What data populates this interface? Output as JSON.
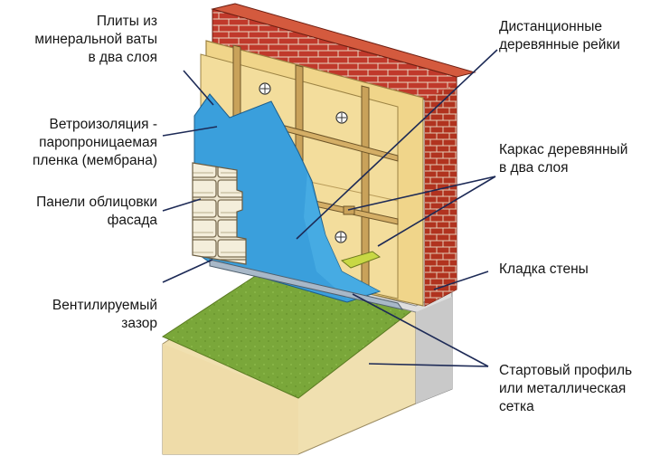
{
  "labels": {
    "mineral_wool": "Плиты из\nминеральной ваты\nв два слоя",
    "wind_barrier": "Ветроизоляция -\nпаропроницаемая\nпленка (мембрана)",
    "facade_panels": "Панели облицовки\nфасада",
    "vent_gap": "Вентилируемый\nзазор",
    "spacer_battens": "Дистанционные\nдеревянные рейки",
    "wood_frame": "Каркас деревянный\nв два слоя",
    "masonry": "Кладка стены",
    "starter_profile": "Стартовый профиль\nили металлическая\nсетка"
  },
  "colors": {
    "brick": "#c0392b",
    "mortar": "#e8d5c0",
    "insulation": "#f0d58a",
    "membrane": "#3a9fdc",
    "timber": "#c9a25a",
    "ground_grass": "#7aa73a",
    "ground_sand": "#f0e0b0",
    "siding": "#eee6cf",
    "foundation": "#dedede",
    "leader": "#1d2a56"
  }
}
